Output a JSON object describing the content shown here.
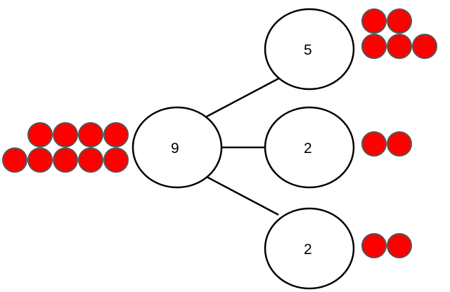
{
  "diagram": {
    "whole": {
      "value": "9",
      "counters": 9
    },
    "parts": [
      {
        "value": "5",
        "counters": 5
      },
      {
        "value": "2",
        "counters": 2
      },
      {
        "value": "2",
        "counters": 2
      }
    ]
  },
  "colors": {
    "counter_fill": "#ff0000",
    "counter_stroke": "#555555",
    "node_stroke": "#000000"
  }
}
